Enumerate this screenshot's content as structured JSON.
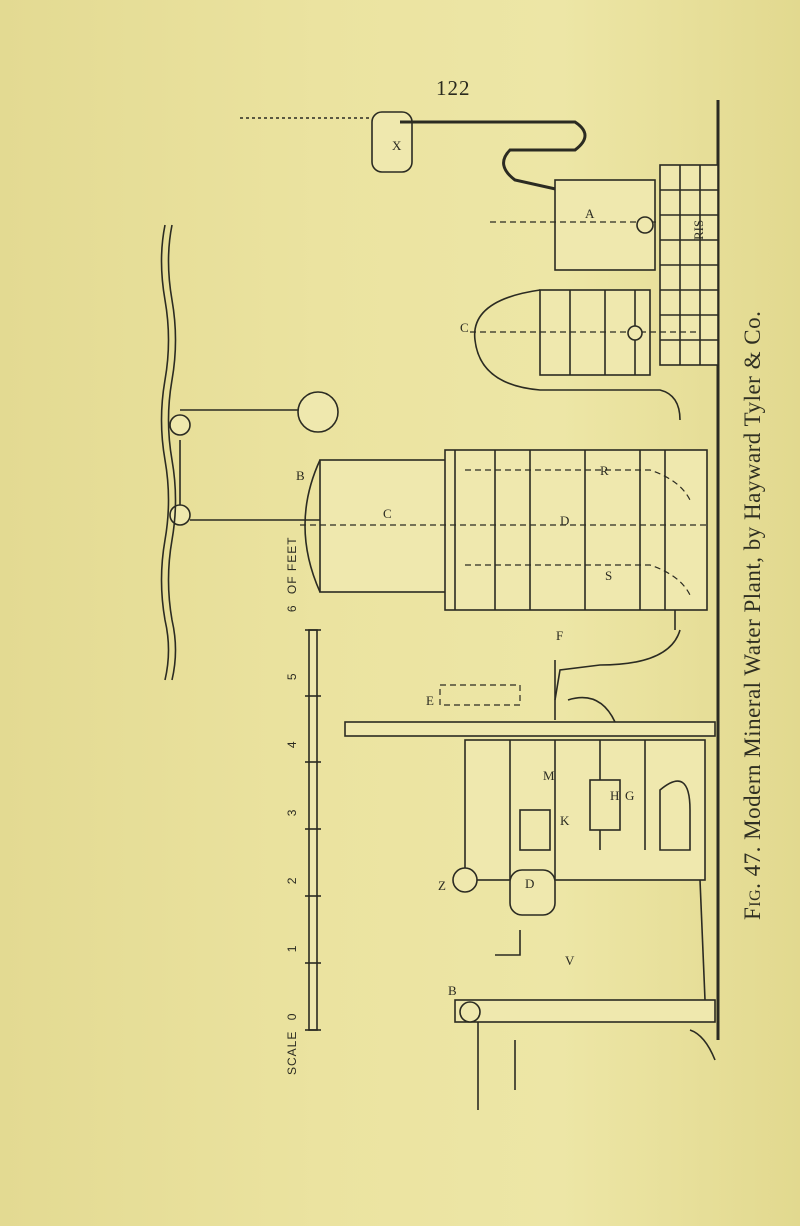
{
  "page": {
    "number": "122",
    "caption_prefix": "Fig. 47.",
    "caption_text": "Modern Mineral Water Plant, by Hayward Tyler & Co."
  },
  "scale": {
    "label": "SCALE",
    "ticks": [
      "0",
      "1",
      "2",
      "3",
      "4",
      "5",
      "6"
    ],
    "unit": "OF FEET"
  },
  "labels": {
    "a": "A",
    "b": "B",
    "c": "C",
    "d": "D",
    "e": "E",
    "f": "F",
    "g": "G",
    "h": "H",
    "k": "K",
    "m": "M",
    "r": "R",
    "s": "S",
    "v": "V",
    "x": "X",
    "z": "Z",
    "ris": "RIS"
  }
}
